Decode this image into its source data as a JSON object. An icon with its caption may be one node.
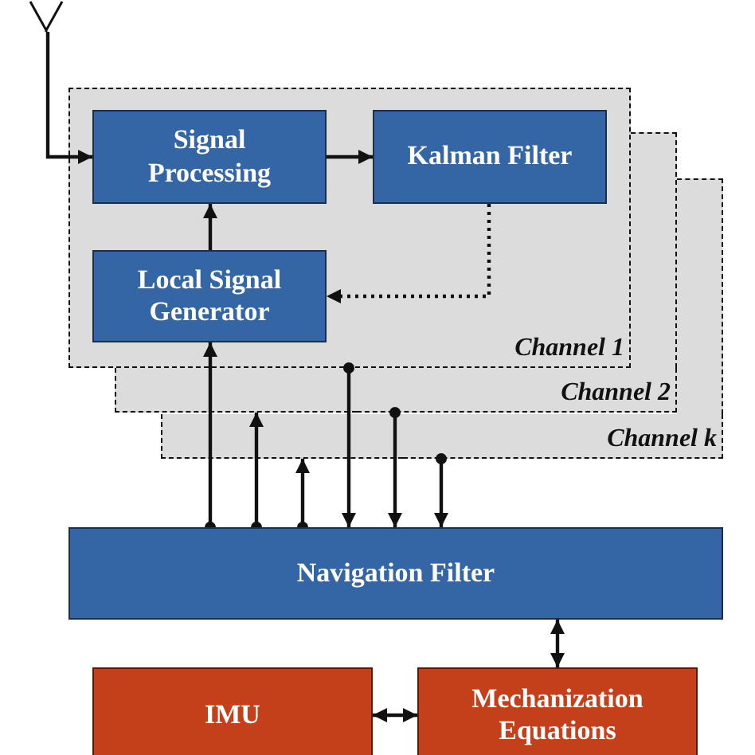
{
  "diagram": {
    "nodes": [
      {
        "text": [],
        "shape": "antenna"
      },
      {
        "text": [
          "Channel 1"
        ]
      },
      {
        "text": [
          "Channel 2"
        ]
      },
      {
        "text": [
          "Channel k"
        ]
      },
      {
        "text": [
          "Signal Processing"
        ],
        "in": 1
      },
      {
        "text": [
          "Kalman Filter"
        ],
        "in": 1
      },
      {
        "text": [
          "Local Signal Generator"
        ],
        "in": 1
      },
      {
        "text": [
          "Navigation Filter"
        ]
      },
      {
        "text": [
          "IMU"
        ]
      },
      {
        "text": [
          "Mechanization Equations"
        ]
      }
    ],
    "edges": [
      {
        "from": 0,
        "to": 4,
        "arrow": "to"
      },
      {
        "from": 4,
        "to": 5,
        "arrow": "to"
      },
      {
        "from": 6,
        "to": 4,
        "arrow": "to"
      },
      {
        "from": 5,
        "to": 6,
        "arrow": "to",
        "style": "dashed"
      },
      {
        "from": 7,
        "to": 6,
        "arrow": "to"
      },
      {
        "from": 7,
        "to": 2,
        "arrow": "to"
      },
      {
        "from": 7,
        "to": 3,
        "arrow": "to"
      },
      {
        "from": 1,
        "to": 7,
        "arrow": "to"
      },
      {
        "from": 2,
        "to": 7,
        "arrow": "to"
      },
      {
        "from": 3,
        "to": 7,
        "arrow": "to"
      },
      {
        "from": 7,
        "to": 9,
        "arrow": "both"
      },
      {
        "from": 8,
        "to": 9,
        "arrow": "both"
      }
    ]
  }
}
